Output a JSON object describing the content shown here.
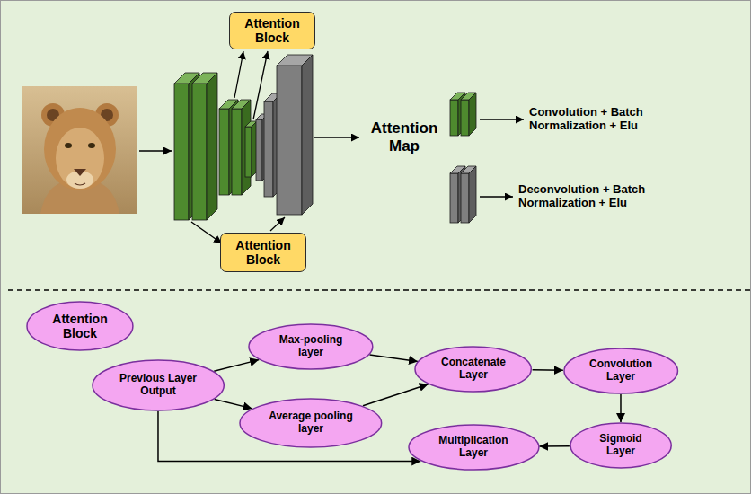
{
  "diagram": {
    "nodes": [
      {
        "text": [
          "Attention Block"
        ]
      },
      {
        "text": [
          "Attention Block"
        ]
      },
      {
        "text": [
          "Attention Block"
        ]
      },
      {
        "text": [
          "Max-pooling layer"
        ]
      },
      {
        "text": [
          "Previous Layer Output"
        ]
      },
      {
        "text": [
          "Concatenate Layer"
        ]
      },
      {
        "text": [
          "Convolution Layer"
        ]
      },
      {
        "text": [
          "Average pooling layer"
        ]
      },
      {
        "text": [
          "Multiplication Layer"
        ]
      },
      {
        "text": [
          "Sigmoid Layer"
        ]
      }
    ],
    "edges": [
      {
        "from": 4,
        "to": 3,
        "arrow": "to"
      },
      {
        "from": 4,
        "to": 7,
        "arrow": "to"
      },
      {
        "from": 3,
        "to": 5,
        "arrow": "to"
      },
      {
        "from": 7,
        "to": 5,
        "arrow": "to"
      },
      {
        "from": 5,
        "to": 6,
        "arrow": "to"
      },
      {
        "from": 6,
        "to": 9,
        "arrow": "to"
      },
      {
        "from": 9,
        "to": 8,
        "arrow": "to"
      },
      {
        "from": 4,
        "to": 8,
        "arrow": "to"
      }
    ],
    "labels": [
      "Attention Map"
    ],
    "legend": [
      {
        "text": "Convolution + Batch Normalization + Elu"
      },
      {
        "text": "Deconvolution + Batch Normalization + Elu"
      }
    ]
  }
}
